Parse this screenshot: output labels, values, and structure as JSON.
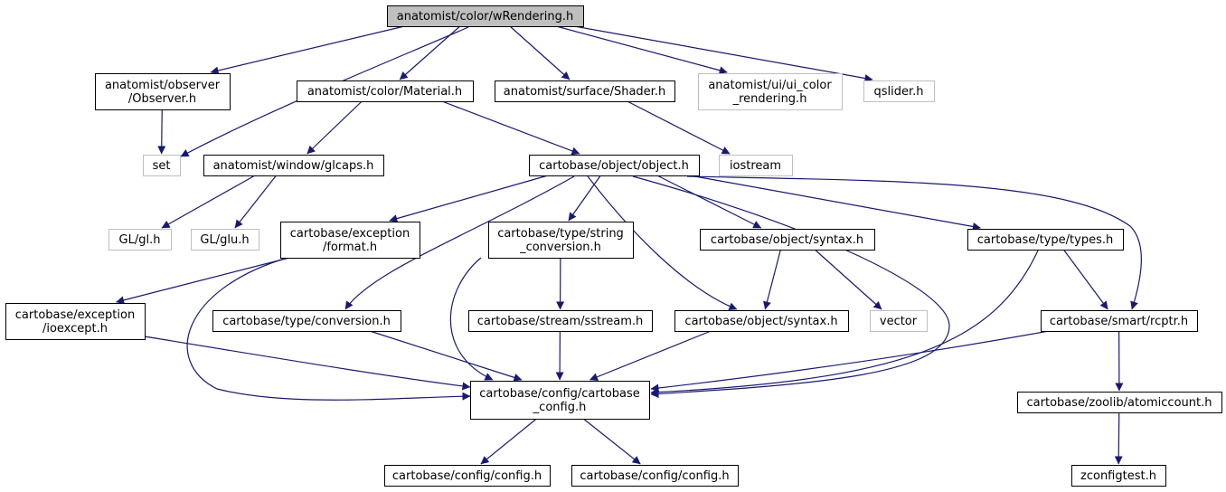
{
  "nodes": [
    {
      "id": "root",
      "lines": [
        "anatomist/color/wRendering.h"
      ],
      "style": "root"
    },
    {
      "id": "observer",
      "lines": [
        "anatomist/observer",
        "/Observer.h"
      ],
      "style": "normal"
    },
    {
      "id": "material",
      "lines": [
        "anatomist/color/Material.h"
      ],
      "style": "normal"
    },
    {
      "id": "shader",
      "lines": [
        "anatomist/surface/Shader.h"
      ],
      "style": "normal"
    },
    {
      "id": "ui_color",
      "lines": [
        "anatomist/ui/ui_color",
        "_rendering.h"
      ],
      "style": "external"
    },
    {
      "id": "qslider",
      "lines": [
        "qslider.h"
      ],
      "style": "external"
    },
    {
      "id": "set",
      "lines": [
        "set"
      ],
      "style": "external"
    },
    {
      "id": "glcaps",
      "lines": [
        "anatomist/window/glcaps.h"
      ],
      "style": "normal"
    },
    {
      "id": "object",
      "lines": [
        "cartobase/object/object.h"
      ],
      "style": "normal"
    },
    {
      "id": "iostream",
      "lines": [
        "iostream"
      ],
      "style": "external"
    },
    {
      "id": "gl",
      "lines": [
        "GL/gl.h"
      ],
      "style": "external"
    },
    {
      "id": "glu",
      "lines": [
        "GL/glu.h"
      ],
      "style": "external"
    },
    {
      "id": "format",
      "lines": [
        "cartobase/exception",
        "/format.h"
      ],
      "style": "normal"
    },
    {
      "id": "strconv",
      "lines": [
        "cartobase/type/string",
        "_conversion.h"
      ],
      "style": "normal"
    },
    {
      "id": "syntax1",
      "lines": [
        "cartobase/object/syntax.h"
      ],
      "style": "normal"
    },
    {
      "id": "types",
      "lines": [
        "cartobase/type/types.h"
      ],
      "style": "normal"
    },
    {
      "id": "ioexcept",
      "lines": [
        "cartobase/exception",
        "/ioexcept.h"
      ],
      "style": "normal"
    },
    {
      "id": "conversion",
      "lines": [
        "cartobase/type/conversion.h"
      ],
      "style": "normal"
    },
    {
      "id": "sstream",
      "lines": [
        "cartobase/stream/sstream.h"
      ],
      "style": "normal"
    },
    {
      "id": "syntax2",
      "lines": [
        "cartobase/object/syntax.h"
      ],
      "style": "normal"
    },
    {
      "id": "vector",
      "lines": [
        "vector"
      ],
      "style": "external"
    },
    {
      "id": "rcptr",
      "lines": [
        "cartobase/smart/rcptr.h"
      ],
      "style": "normal"
    },
    {
      "id": "cbconfig",
      "lines": [
        "cartobase/config/cartobase",
        "_config.h"
      ],
      "style": "normal"
    },
    {
      "id": "atomic",
      "lines": [
        "cartobase/zoolib/atomiccount.h"
      ],
      "style": "normal"
    },
    {
      "id": "config1",
      "lines": [
        "cartobase/config/config.h"
      ],
      "style": "normal"
    },
    {
      "id": "config2",
      "lines": [
        "cartobase/config/config.h"
      ],
      "style": "normal"
    },
    {
      "id": "zconfig",
      "lines": [
        "zconfigtest.h"
      ],
      "style": "normal"
    }
  ],
  "edges": [
    [
      "root",
      "observer"
    ],
    [
      "root",
      "set"
    ],
    [
      "root",
      "material"
    ],
    [
      "root",
      "shader"
    ],
    [
      "root",
      "ui_color"
    ],
    [
      "root",
      "qslider"
    ],
    [
      "observer",
      "set"
    ],
    [
      "material",
      "glcaps"
    ],
    [
      "material",
      "object"
    ],
    [
      "shader",
      "iostream"
    ],
    [
      "glcaps",
      "gl"
    ],
    [
      "glcaps",
      "glu"
    ],
    [
      "object",
      "format"
    ],
    [
      "object",
      "strconv"
    ],
    [
      "object",
      "conversion"
    ],
    [
      "object",
      "syntax1"
    ],
    [
      "object",
      "syntax2"
    ],
    [
      "object",
      "types"
    ],
    [
      "object",
      "rcptr"
    ],
    [
      "object",
      "cbconfig"
    ],
    [
      "format",
      "ioexcept"
    ],
    [
      "format",
      "cbconfig"
    ],
    [
      "strconv",
      "sstream"
    ],
    [
      "strconv",
      "cbconfig"
    ],
    [
      "syntax1",
      "syntax2"
    ],
    [
      "syntax1",
      "vector"
    ],
    [
      "types",
      "rcptr"
    ],
    [
      "types",
      "cbconfig"
    ],
    [
      "ioexcept",
      "cbconfig"
    ],
    [
      "conversion",
      "cbconfig"
    ],
    [
      "sstream",
      "cbconfig"
    ],
    [
      "syntax2",
      "cbconfig"
    ],
    [
      "rcptr",
      "cbconfig"
    ],
    [
      "rcptr",
      "atomic"
    ],
    [
      "cbconfig",
      "config1"
    ],
    [
      "cbconfig",
      "config2"
    ],
    [
      "atomic",
      "zconfig"
    ]
  ],
  "colors": {
    "edge": "#191970",
    "node_border": "#000000",
    "external_border": "#bfbfbf",
    "root_fill": "#bfbfbf"
  }
}
